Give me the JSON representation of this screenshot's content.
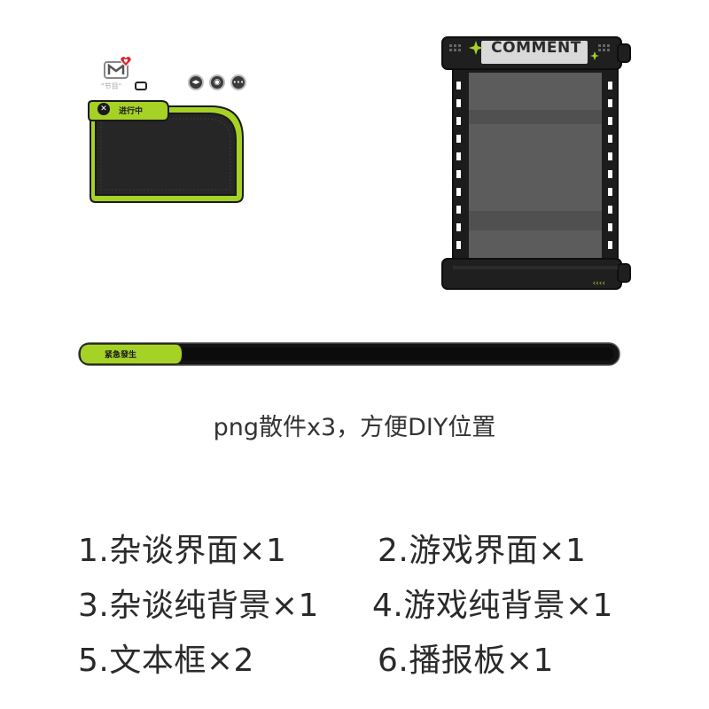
{
  "logo": {
    "caption": "\"节目\"",
    "icon": "m-logo-icon"
  },
  "controls": [
    {
      "icon": "rewind-icon",
      "glyph": "◂▸"
    },
    {
      "icon": "eye-icon",
      "glyph": "◉"
    },
    {
      "icon": "more-icon",
      "glyph": "•••"
    }
  ],
  "status_window": {
    "label": "进行中",
    "close_glyph": "✕"
  },
  "comment_board": {
    "title": "COMMENT",
    "arrows": "‹‹‹‹"
  },
  "alert_bar": {
    "label": "紧急發生",
    "fill_fraction": 0.18
  },
  "headline": "png散件x3，方便DIY位置",
  "items": [
    "1.杂谈界面×1",
    "2.游戏界面×1",
    "3.杂谈纯背景×1",
    "4.游戏纯背景×1",
    "5.文本框×2",
    "6.播报板×1"
  ],
  "colors": {
    "accent": "#a6d125",
    "dark": "#1a1a1a",
    "panel": "#5c5c5c"
  }
}
